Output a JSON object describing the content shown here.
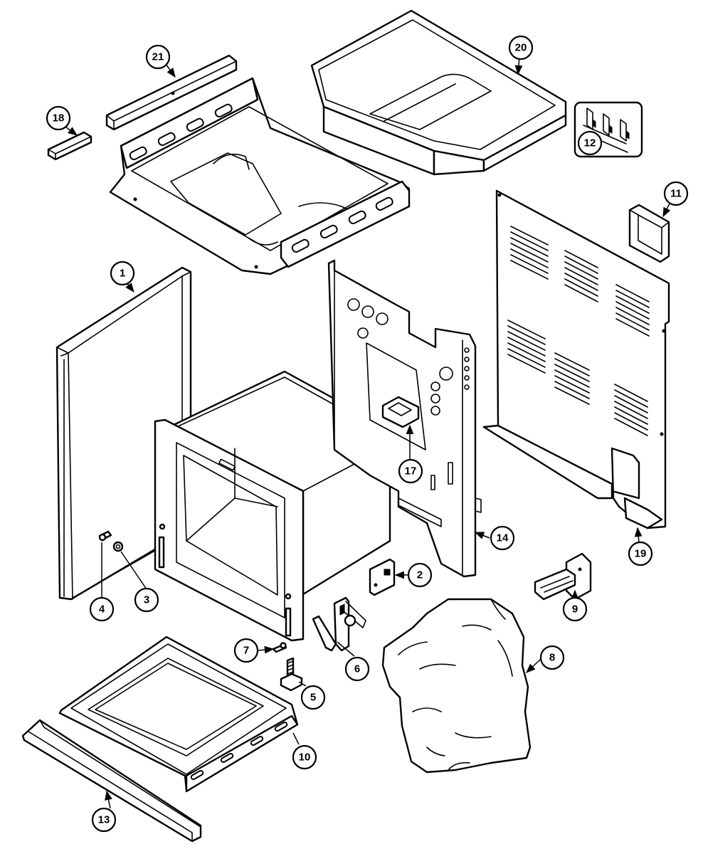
{
  "diagram": {
    "callouts": [
      {
        "id": "1",
        "label": "1"
      },
      {
        "id": "2",
        "label": "2"
      },
      {
        "id": "3",
        "label": "3"
      },
      {
        "id": "4",
        "label": "4"
      },
      {
        "id": "5",
        "label": "5"
      },
      {
        "id": "6",
        "label": "6"
      },
      {
        "id": "7",
        "label": "7"
      },
      {
        "id": "8",
        "label": "8"
      },
      {
        "id": "9",
        "label": "9"
      },
      {
        "id": "10",
        "label": "10"
      },
      {
        "id": "11",
        "label": "11"
      },
      {
        "id": "12",
        "label": "12"
      },
      {
        "id": "13",
        "label": "13"
      },
      {
        "id": "14",
        "label": "14"
      },
      {
        "id": "17",
        "label": "17"
      },
      {
        "id": "18",
        "label": "18"
      },
      {
        "id": "19",
        "label": "19"
      },
      {
        "id": "20",
        "label": "20"
      },
      {
        "id": "21",
        "label": "21"
      }
    ]
  }
}
